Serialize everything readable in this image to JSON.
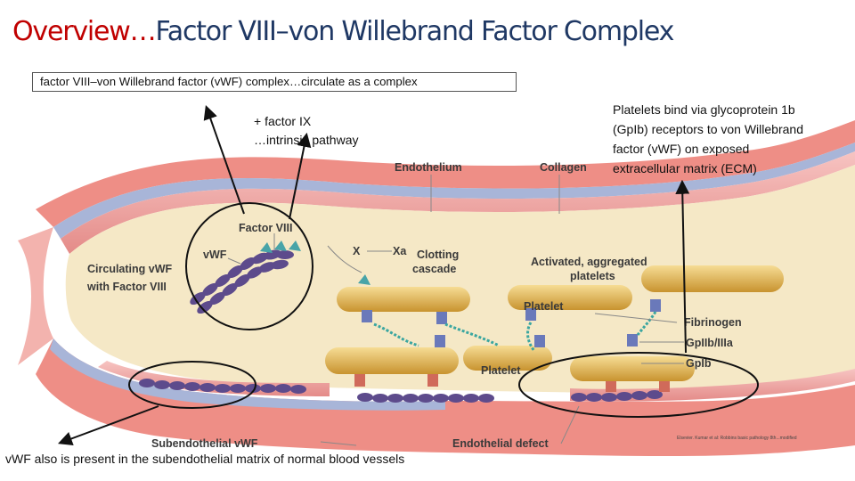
{
  "slide": {
    "title_accent": "Overview…",
    "title_rest": "Factor VIII–von Willebrand Factor Complex",
    "boxed_note": "factor VIII–von Willebrand factor (vWF) complex…circulate as a complex",
    "factor9_note": [
      "+ factor IX",
      "…intrinsic pathway"
    ],
    "platelet_note": [
      "Platelets bind via glycoprotein 1b",
      "(GpIb) receptors to von Willebrand",
      "factor (vWF) on exposed",
      "extracellular matrix (ECM)"
    ],
    "subendothelial_note": "vWF also is present in the subendothelial matrix of normal blood vessels",
    "source_note": "Elsevier. Kumar et al: Robbins basic pathology 8th...modified"
  },
  "figure_labels": {
    "endothelium": "Endothelium",
    "collagen": "Collagen",
    "factor_viii": "Factor VIII",
    "vwf": "vWF",
    "x": "X",
    "xa": "Xa",
    "clotting_cascade": [
      "Clotting",
      "cascade"
    ],
    "activated_platelets": [
      "Activated, aggregated",
      "platelets"
    ],
    "circulating_vwf": [
      "Circulating vWF",
      "with Factor VIII"
    ],
    "platelet_top": "Platelet",
    "platelet_bottom": "Platelet",
    "fibrinogen": "Fibrinogen",
    "gp2b3a": "GpIIb/IIIa",
    "gp1b": "GpIb",
    "subendothelial_vwf": "Subendothelial vWF",
    "endothelial_defect": "Endothelial defect"
  },
  "colors": {
    "title_accent": "#c00000",
    "title_rest": "#1f3864",
    "vessel_wall": "#f08a84",
    "lumen": "#f5e9c9",
    "platelet": "#e2b85a",
    "vwf_strand": "#5d4b8c",
    "fibrinogen": "#3aa6a0"
  }
}
